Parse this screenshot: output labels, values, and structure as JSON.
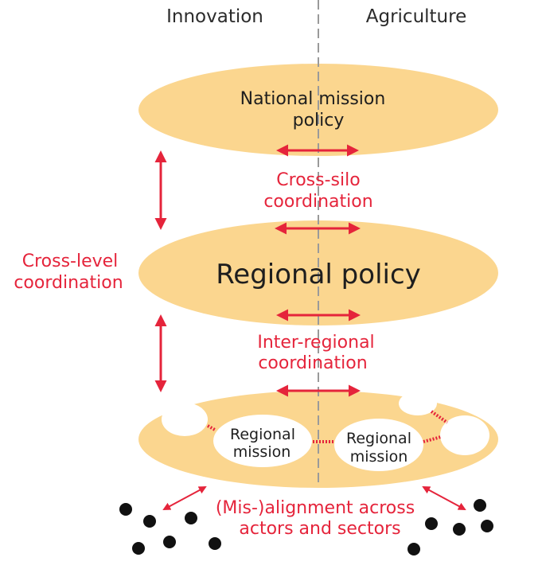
{
  "columns": {
    "left": "Innovation",
    "right": "Agriculture"
  },
  "levels": {
    "national": {
      "line1": "National mission",
      "line2": "policy"
    },
    "regional": {
      "label": "Regional policy"
    },
    "missions": [
      {
        "line1": "Regional",
        "line2": "mission"
      },
      {
        "line1": "Regional",
        "line2": "mission"
      }
    ]
  },
  "coordination": {
    "cross_silo": {
      "line1": "Cross-silo",
      "line2": "coordination"
    },
    "inter_regional": {
      "line1": "Inter-regional",
      "line2": "coordination"
    },
    "cross_level": {
      "line1": "Cross-level",
      "line2": "coordination"
    },
    "misalignment": {
      "line1": "(Mis-)alignment across",
      "line2": "actors and sectors"
    }
  },
  "colors": {
    "ellipse_fill": "#fbd68f",
    "accent_red": "#e5243b",
    "text_dark": "#1e1e1e",
    "divider": "#9a9a9a"
  }
}
